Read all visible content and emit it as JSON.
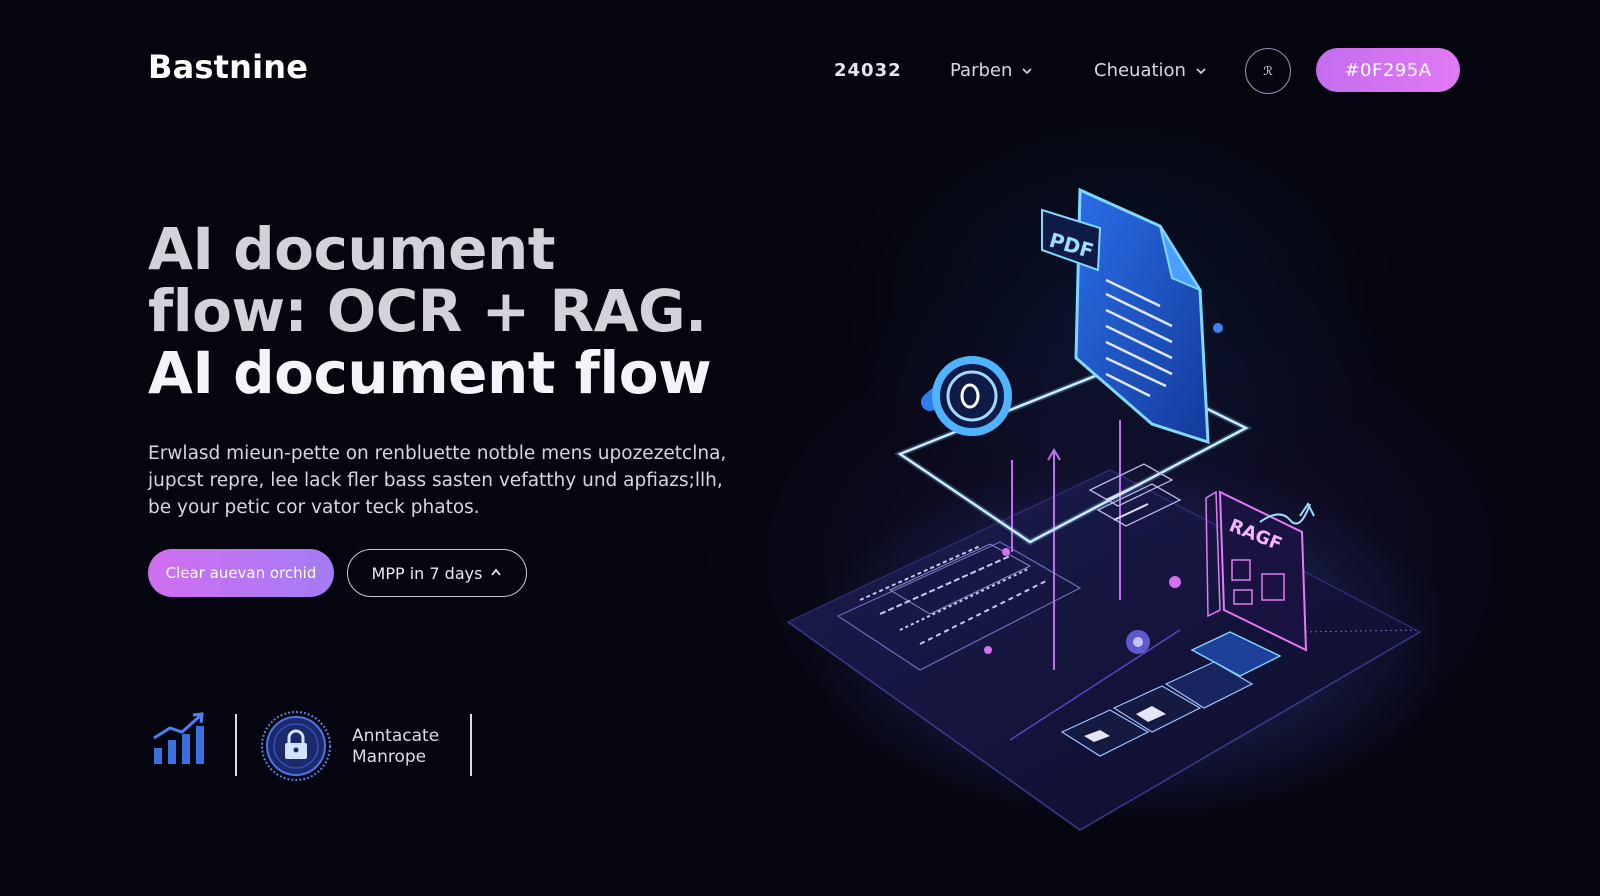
{
  "brand": {
    "name": "Bastnine"
  },
  "nav": {
    "links": [
      {
        "label": "24032",
        "has_dropdown": false
      },
      {
        "label": "Parben",
        "has_dropdown": true
      },
      {
        "label": "Cheuation",
        "has_dropdown": true
      }
    ],
    "icon_label": "ℛ",
    "cta_label": "#0F295A"
  },
  "hero": {
    "title_lines": [
      "AI document",
      "flow: OCR + RAG.",
      "AI document flow"
    ],
    "description_lines": [
      "Erwlasd mieun-pette on renbluette notble mens upozezetclna,",
      "jupcst repre, lee lack fler bass sasten vefatthy und apfiazs;llh,",
      "be your petic cor vator teck phatos."
    ],
    "primary_button": "Clear auevan orchid",
    "secondary_button": "MPP in 7 days"
  },
  "trust": {
    "badge_text_lines": [
      "Anntacate",
      "Manrope"
    ]
  },
  "illustration": {
    "doc_tag": "PDF",
    "card_tag": "RAGF"
  },
  "colors": {
    "background": "#05050f",
    "accent_pink": "#d06ef0",
    "accent_violet": "#a47cf5",
    "accent_blue": "#3b82f6",
    "accent_cyan": "#7fd8ff"
  }
}
